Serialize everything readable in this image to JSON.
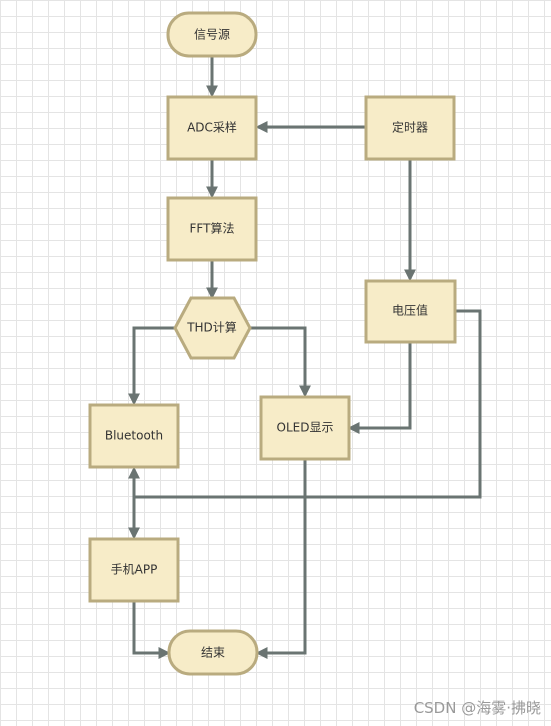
{
  "nodes": {
    "signal_source": "信号源",
    "adc": "ADC采样",
    "timer": "定时器",
    "fft": "FFT算法",
    "voltage": "电压值",
    "thd": "THD计算",
    "bluetooth": "Bluetooth",
    "oled": "OLED显示",
    "phone_app": "手机APP",
    "end": "结束"
  },
  "watermark": "CSDN @海雾·拂晓",
  "colors": {
    "node_fill": "#f7ecc8",
    "node_border": "#b9ab7f",
    "edge": "#6a7472"
  }
}
